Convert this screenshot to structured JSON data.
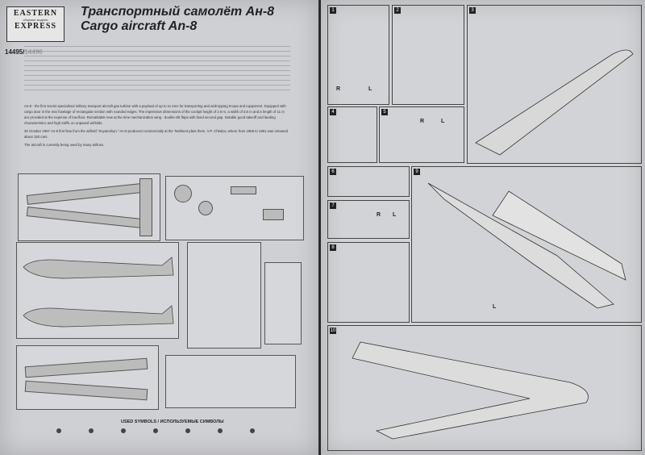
{
  "left_page": {
    "brand_line1": "EASTERN",
    "brand_line2": "сборные модели",
    "brand_line3": "EXPRESS",
    "kit_code": "14495/14496",
    "title_ru": "Транспортный самолёт Ан-8",
    "title_en": "Cargo aircraft An-8",
    "text_en": [
      "An-8 - the first Soviet specialized military transport aircraft gas turbine with a payload of up to 11 tons for transporting and airdropping troops and equipment. Equipped with cargo door in the rear fuselage of rectangular section with rounded edges. The impressive dimensions of the cockpit height of 2.9 m, a width of 3.6 m and a length of 11 m are provided at the expense of low-floor. Remarkable new at the time mechanization wing - double-slit flaps with fixed second gap. Notable good takeoff and landing characteristics and high traffic on unpaved airfields.",
      "30 October 1957 An-8 first flew from the airfield \"Svyatoshyn.\" An-8 produced commercially at the Tashkent plant them. V.P. Chkalov, where from 1958 to 1961 was released about 150 cars.",
      "The aircraft is currently being used by many airlines."
    ],
    "symbols_title": "USED SYMBOLS / ИСПОЛЬЗУЕМЫЕ СИМВОЛЫ"
  },
  "right_page": {
    "steps": [
      "1",
      "2",
      "3",
      "4",
      "5",
      "6",
      "7",
      "8",
      "9",
      "10"
    ],
    "labels": {
      "r": "R",
      "l": "L"
    }
  }
}
